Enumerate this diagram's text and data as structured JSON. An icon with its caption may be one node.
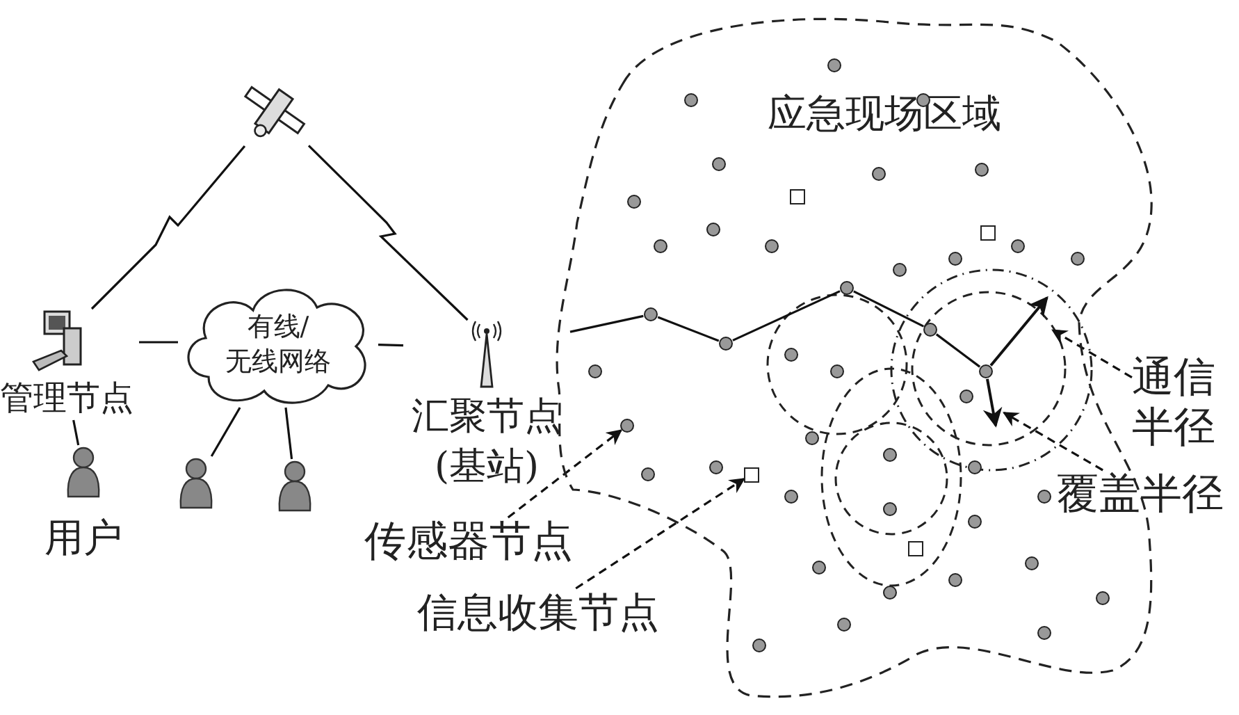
{
  "diagram": {
    "nodes": [
      {
        "text": [],
        "shape": "picture"
      },
      {
        "text": [
          "管理节点"
        ]
      },
      {
        "text": [
          "有线/无线网络"
        ]
      },
      {
        "text": [
          "汇聚节点(基站)"
        ]
      },
      {
        "text": [],
        "shape": "person",
        "beside": [
          "用户"
        ]
      },
      {
        "text": [],
        "shape": "person"
      },
      {
        "text": [],
        "shape": "person"
      },
      {
        "text": [
          "应急现场区域"
        ]
      },
      {
        "text": [
          "传感器节点"
        ]
      },
      {
        "text": [
          "信息收集节点"
        ]
      },
      {
        "text": [
          "通信半径"
        ]
      },
      {
        "text": [
          "覆盖半径"
        ]
      },
      {
        "text": [],
        "shape": "circle",
        "in": 7
      },
      {
        "text": [],
        "shape": "circle",
        "in": 7
      },
      {
        "text": [],
        "shape": "circle",
        "in": 7
      },
      {
        "text": [],
        "shape": "circle",
        "in": 7
      },
      {
        "text": [],
        "shape": "circle",
        "in": 7
      },
      {
        "text": [],
        "shape": "circle",
        "in": 7
      },
      {
        "text": [],
        "shape": "box",
        "in": 7
      },
      {
        "text": [],
        "shape": "circle",
        "in": 7
      },
      {
        "text": [],
        "shape": "circle",
        "in": 7
      },
      {
        "text": [],
        "shape": "box",
        "in": 7
      },
      {
        "text": [],
        "shape": "circle",
        "in": 7
      },
      {
        "text": [],
        "shape": "circle",
        "in": 7
      },
      {
        "text": [],
        "shape": "circle",
        "in": 7
      },
      {
        "text": [],
        "shape": "circle",
        "in": 7
      },
      {
        "text": [],
        "shape": "circle",
        "in": 7
      },
      {
        "text": [],
        "shape": "circle",
        "in": 7
      },
      {
        "text": [],
        "shape": "circle",
        "in": 7
      },
      {
        "text": [],
        "shape": "circle",
        "in": 7
      },
      {
        "text": [],
        "shape": "circle",
        "in": 7
      },
      {
        "text": [],
        "shape": "circle",
        "in": 7
      },
      {
        "text": [],
        "shape": "circle",
        "in": 7
      },
      {
        "text": [],
        "shape": "circle",
        "in": 7
      },
      {
        "text": [],
        "shape": "circle",
        "in": 7
      },
      {
        "text": [],
        "shape": "circle",
        "in": 7
      },
      {
        "text": [],
        "shape": "circle",
        "in": 7
      },
      {
        "text": [],
        "shape": "circle",
        "in": 7
      },
      {
        "text": [],
        "shape": "circle",
        "in": 7
      },
      {
        "text": [],
        "shape": "circle",
        "in": 7
      },
      {
        "text": [],
        "shape": "circle",
        "in": 7
      },
      {
        "text": [],
        "shape": "circle",
        "in": 7
      },
      {
        "text": [],
        "shape": "circle",
        "in": 7
      },
      {
        "text": [],
        "shape": "box",
        "in": 7
      },
      {
        "text": [],
        "shape": "circle",
        "in": 7
      },
      {
        "text": [],
        "shape": "circle",
        "in": 7
      },
      {
        "text": [],
        "shape": "circle",
        "in": 7
      },
      {
        "text": [],
        "shape": "circle",
        "in": 7
      },
      {
        "text": [],
        "shape": "box",
        "in": 7
      },
      {
        "text": [],
        "shape": "circle",
        "in": 7
      },
      {
        "text": [],
        "shape": "circle",
        "in": 7
      },
      {
        "text": [],
        "shape": "circle",
        "in": 7
      },
      {
        "text": [],
        "shape": "circle",
        "in": 7
      },
      {
        "text": [],
        "shape": "circle",
        "in": 7
      },
      {
        "text": [],
        "shape": "circle",
        "in": 7
      },
      {
        "text": [],
        "shape": "circle",
        "in": 7
      },
      {
        "text": [],
        "shape": "circle",
        "in": 7
      },
      {
        "text": [],
        "shape": "arrow",
        "in": 7
      },
      {
        "text": [],
        "shape": "arrow",
        "in": 7
      }
    ],
    "edges": [
      {
        "from": 0,
        "to": 1,
        "arrow": "none"
      },
      {
        "from": 0,
        "to": 3,
        "arrow": "none"
      },
      {
        "from": 1,
        "to": 2,
        "arrow": "none"
      },
      {
        "from": 2,
        "to": 3,
        "arrow": "none"
      },
      {
        "from": 1,
        "to": 4,
        "arrow": "none"
      },
      {
        "from": 2,
        "to": 5,
        "arrow": "none"
      },
      {
        "from": 2,
        "to": 6,
        "arrow": "none"
      },
      {
        "from": 3,
        "to": 29,
        "arrow": "none"
      },
      {
        "from": 29,
        "to": 31,
        "arrow": "none"
      },
      {
        "from": 31,
        "to": 28,
        "arrow": "none"
      },
      {
        "from": 28,
        "to": 30,
        "arrow": "none"
      },
      {
        "from": 30,
        "to": 33,
        "arrow": "none"
      },
      {
        "from": 8,
        "to": 37,
        "arrow": "to",
        "style": "dashed"
      },
      {
        "from": 9,
        "to": 43,
        "arrow": "to",
        "style": "dashed"
      },
      {
        "from": 10,
        "to": 57,
        "arrow": "to",
        "style": "dashed"
      },
      {
        "from": 11,
        "to": 58,
        "arrow": "to",
        "style": "dashed"
      }
    ]
  }
}
